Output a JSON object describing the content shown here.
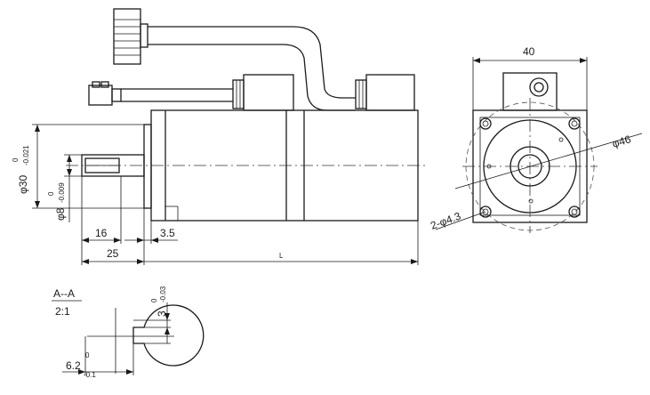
{
  "dims": {
    "width_top": "40",
    "flange_dia": "φ46",
    "holes": "2-φ4.3",
    "pilot_dia": "φ30",
    "pilot_tol_upper": "0",
    "pilot_tol_lower": "-0.021",
    "shaft_dia": "φ8",
    "shaft_tol_upper": "0",
    "shaft_tol_lower": "-0.009",
    "shaft_flat_len": "16",
    "shoulder": "3.5",
    "shaft_len": "25",
    "body_len": "L"
  },
  "section": {
    "title": "A--A",
    "scale": "2:1",
    "key_depth": "3",
    "key_depth_upper": "0",
    "key_depth_lower": "-0.03",
    "flat_dim": "6.2",
    "flat_upper": "0",
    "flat_lower": "-0.1"
  }
}
